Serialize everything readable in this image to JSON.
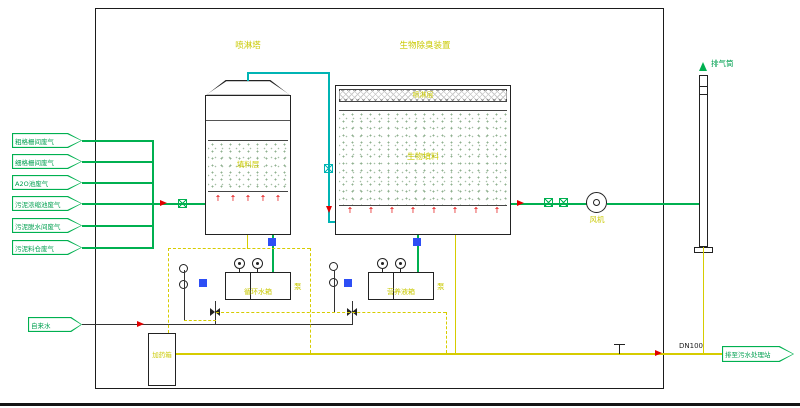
{
  "colors": {
    "gas_pipe": "#00b050",
    "duct_pipe": "#00b4b4",
    "drain_pipe": "#d6cc00",
    "label_yellow": "#c9c900",
    "label_green": "#00a050",
    "flow_arrow_red": "#e10000",
    "instrument_blue": "#2d4ef5"
  },
  "titles": {
    "spray_tower": "喷淋塔",
    "bio_unit": "生物除臭装置"
  },
  "inlets": [
    {
      "label": "粗格栅间废气"
    },
    {
      "label": "细格栅间废气"
    },
    {
      "label": "A2O池废气"
    },
    {
      "label": "污泥浓缩池废气"
    },
    {
      "label": "污泥脱水间废气"
    },
    {
      "label": "污泥料仓废气"
    }
  ],
  "water_inlet": {
    "label": "自来水"
  },
  "outlet": {
    "label": "排至污水处理站",
    "pipe_size": "DN100"
  },
  "equipment": {
    "spray_tower": {
      "media_label": "填料层"
    },
    "bio_filter": {
      "spray_label": "喷淋层",
      "media_label": "生物填料"
    },
    "fan": {
      "label": "风机"
    },
    "stack": {
      "label": "排气筒"
    },
    "dosing_tank": {
      "label": "加药箱"
    },
    "skid1": {
      "label": "循环水箱",
      "pump_label": "泵"
    },
    "skid2": {
      "label": "营养液箱",
      "pump_label": "泵"
    }
  }
}
